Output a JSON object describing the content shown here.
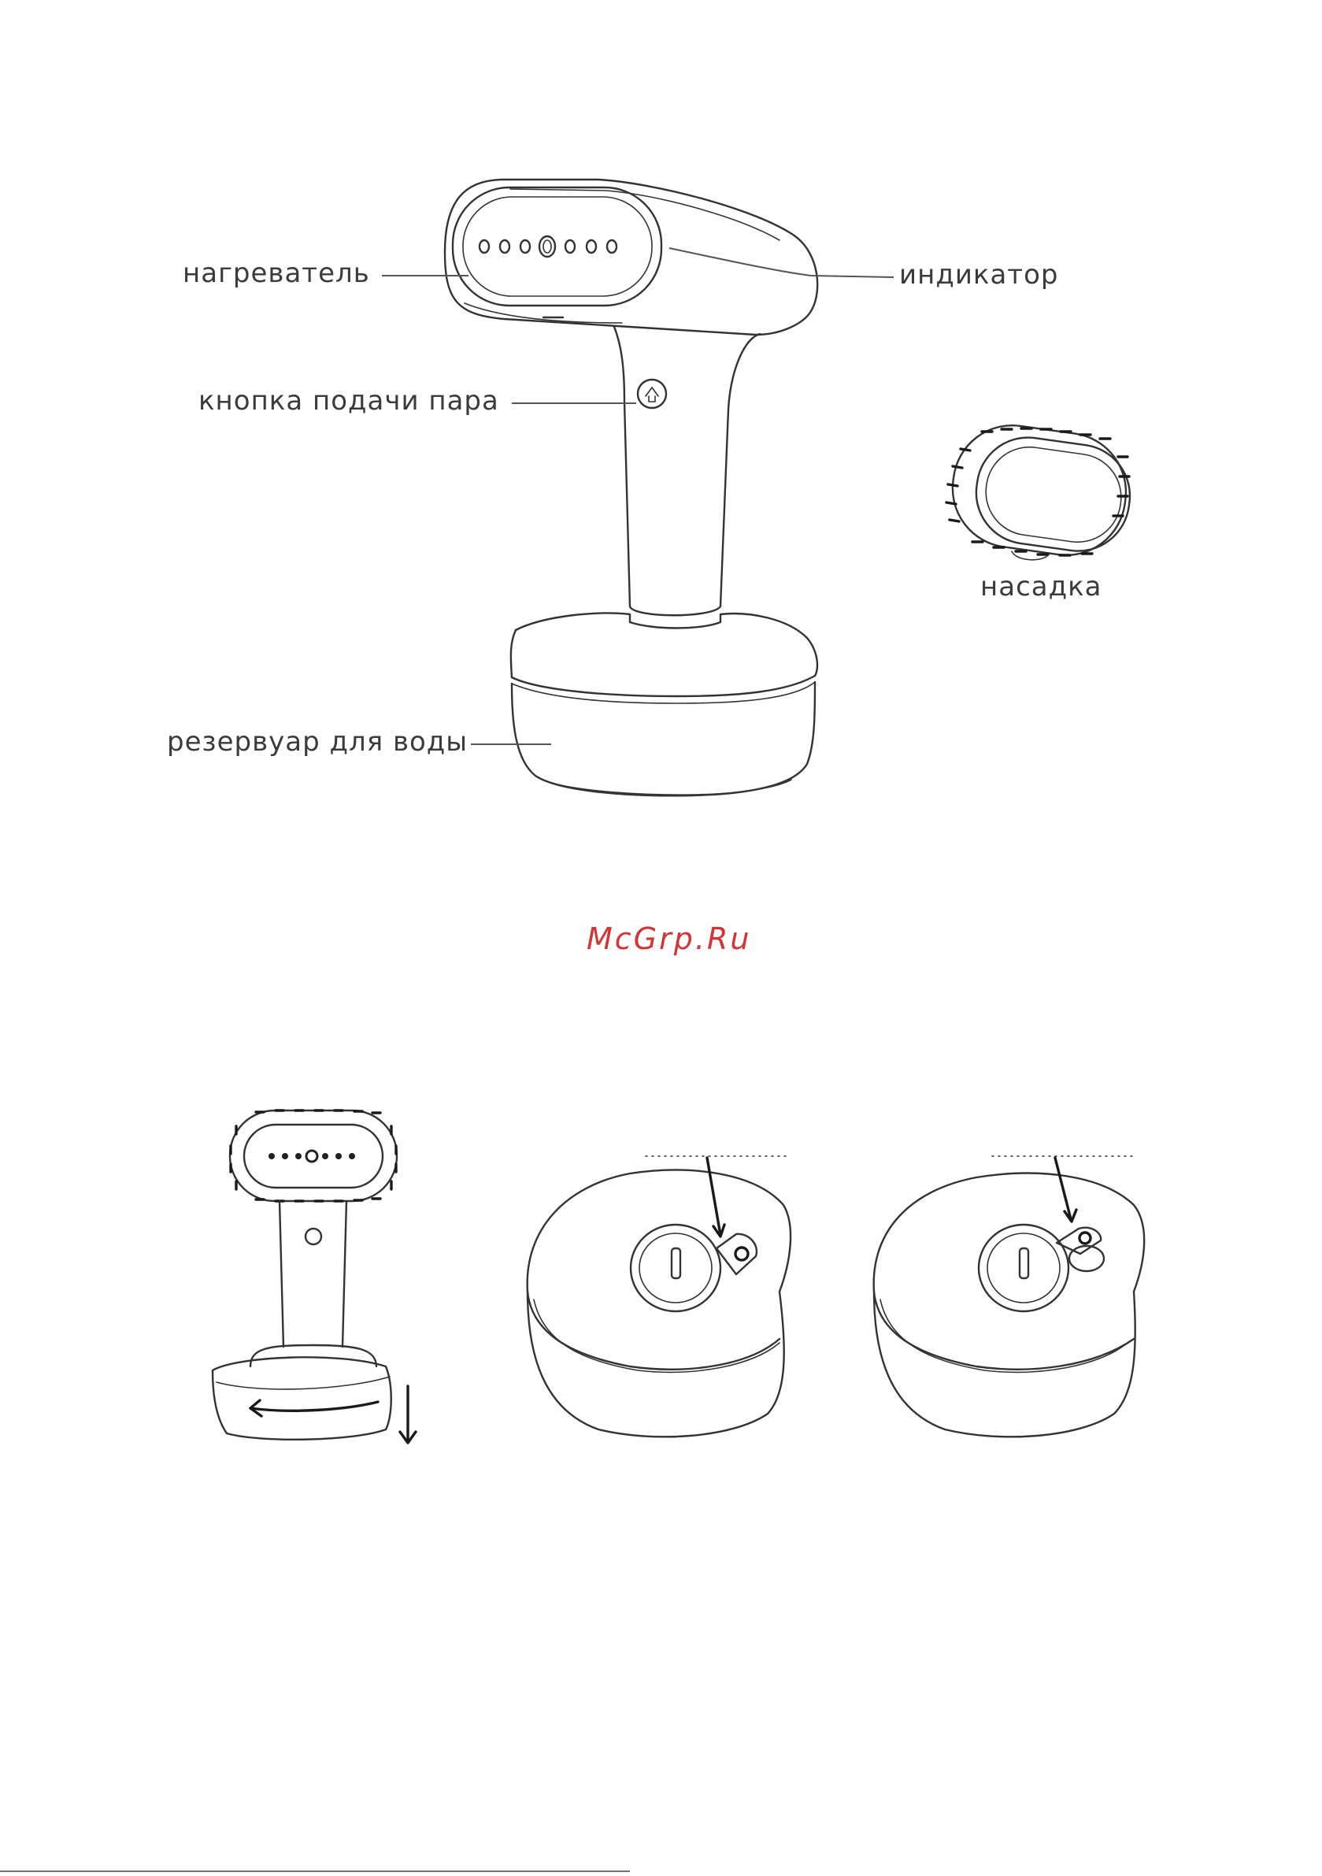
{
  "labels": {
    "heater": "нагреватель",
    "indicator": "индикатор",
    "steam_button": "кнопка подачи пара",
    "attachment": "насадка",
    "water_tank": "резервуар для воды"
  },
  "watermark": "McGrp.Ru",
  "colors": {
    "line": "#333333",
    "label_text": "#3b3b3b",
    "watermark": "#d43434",
    "background": "#ffffff"
  }
}
